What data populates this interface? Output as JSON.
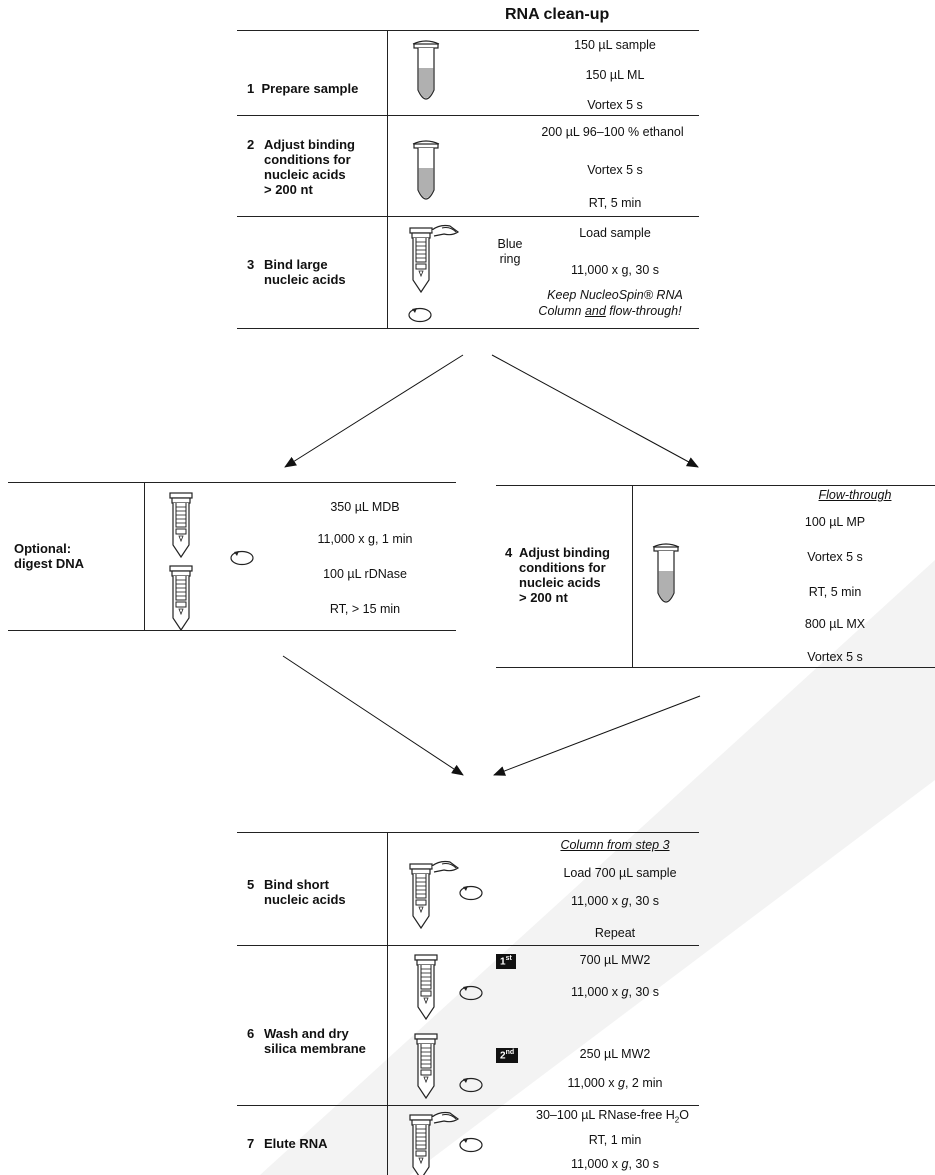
{
  "title": "RNA clean-up",
  "steps": {
    "s1": {
      "num": "1",
      "label": "Prepare sample",
      "lines": [
        "150 µL sample",
        "150 µL ML",
        "Vortex 5 s"
      ]
    },
    "s2": {
      "num": "2",
      "label": "Adjust binding\nconditions for\nnucleic acids\n> 200 nt",
      "lines": [
        "200 µL 96–100 % ethanol",
        "Vortex 5 s",
        "RT, 5 min"
      ]
    },
    "s3": {
      "num": "3",
      "label": "Bind large\nnucleic acids",
      "ring": "Blue\nring",
      "lines": [
        "Load sample",
        "11,000 x g, 30 s"
      ],
      "note_1": "Keep NucleoSpin® RNA",
      "note_2a": "Column ",
      "note_2b": "and",
      "note_2c": " flow-through!"
    },
    "opt": {
      "label": "Optional:\ndigest DNA",
      "lines": [
        "350 µL MDB",
        "11,000 x g, 1 min",
        "100 µL rDNase",
        "RT, > 15 min"
      ]
    },
    "s4": {
      "num": "4",
      "label": "Adjust binding\nconditions for\nnucleic acids\n> 200 nt",
      "header": "Flow-through",
      "lines": [
        "100 µL MP",
        "Vortex 5 s",
        "RT, 5 min",
        "800 µL MX",
        "Vortex 5 s"
      ]
    },
    "s5": {
      "num": "5",
      "label": "Bind short\nnucleic acids",
      "header": "Column from step 3",
      "load": "Load 700 µL sample",
      "spin_pre": "11,000 x ",
      "spin_g": "g",
      "spin_post": ", 30 s",
      "repeat": "Repeat"
    },
    "s6": {
      "num": "6",
      "label": "Wash and dry\nsilica membrane",
      "first_badge": "1",
      "first_sup": "st",
      "first_a": "700 µL MW2",
      "first_b_pre": "11,000 x ",
      "first_b_g": "g",
      "first_b_post": ", 30 s",
      "second_badge": "2",
      "second_sup": "nd",
      "second_a": "250 µL MW2",
      "second_b_pre": "11,000 x ",
      "second_b_g": "g",
      "second_b_post": ", 2 min"
    },
    "s7": {
      "num": "7",
      "label": "Elute RNA",
      "line1_pre": "30–100 µL RNase-free H",
      "line1_sub": "2",
      "line1_post": "O",
      "line2": "RT, 1 min",
      "line3_pre": "11,000 x ",
      "line3_g": "g",
      "line3_post": ", 30 s"
    }
  },
  "icons": {
    "open_tube": "microcentrifuge-tube-icon",
    "column": "spin-column-icon",
    "centrifuge": "centrifuge-rotate-icon"
  },
  "colors": {
    "liquid": "#b0b0b0",
    "line": "#222222",
    "badge": "#111111",
    "watermark": "#f2f2f2"
  }
}
